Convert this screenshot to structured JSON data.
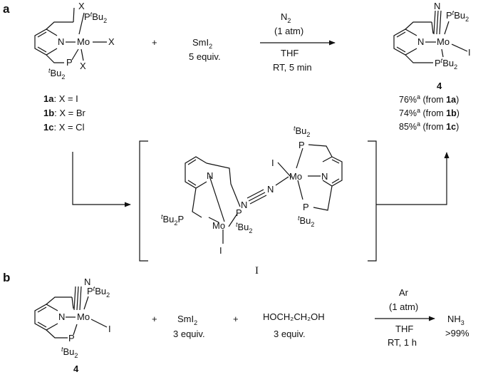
{
  "panels": {
    "a": "a",
    "b": "b"
  },
  "atoms": {
    "X": "X",
    "N": "N",
    "Mo": "Mo",
    "P": "P",
    "I": "I",
    "Pt": "P",
    "t": "t",
    "Bu": "Bu",
    "sub2": "2"
  },
  "reaction_a": {
    "reagent": "SmI",
    "reagent_sub": "2",
    "reagent_equiv": "5 equiv.",
    "plus": "+",
    "cond_gas": "N",
    "cond_gas_sub": "2",
    "cond_pressure": "(1 atm)",
    "cond_solvent": "THF",
    "cond_time": "RT, 5 min",
    "product_id": "4",
    "yields": [
      {
        "pct": "76%",
        "sup": "a",
        "from": " (from ",
        "cmp": "1a",
        "close": ")"
      },
      {
        "pct": "74%",
        "sup": "a",
        "from": " (from ",
        "cmp": "1b",
        "close": ")"
      },
      {
        "pct": "85%",
        "sup": "a",
        "from": " (from ",
        "cmp": "1c",
        "close": ")"
      }
    ],
    "start_labels": [
      {
        "id": "1a",
        "text": ": X = I"
      },
      {
        "id": "1b",
        "text": ": X = Br"
      },
      {
        "id": "1c",
        "text": ": X = Cl"
      }
    ],
    "intermediate_label": "I"
  },
  "reaction_b": {
    "plus": "+",
    "reagent1": "SmI",
    "reagent1_sub": "2",
    "reagent1_equiv": "3 equiv.",
    "reagent2": "HOCH₂CH₂OH",
    "reagent2_equiv": "3 equiv.",
    "cond_gas": "Ar",
    "cond_pressure": "(1 atm)",
    "cond_solvent": "THF",
    "cond_time": "RT, 1 h",
    "product": "NH",
    "product_sub": "3",
    "product_yield": ">99%",
    "start_id": "4"
  }
}
